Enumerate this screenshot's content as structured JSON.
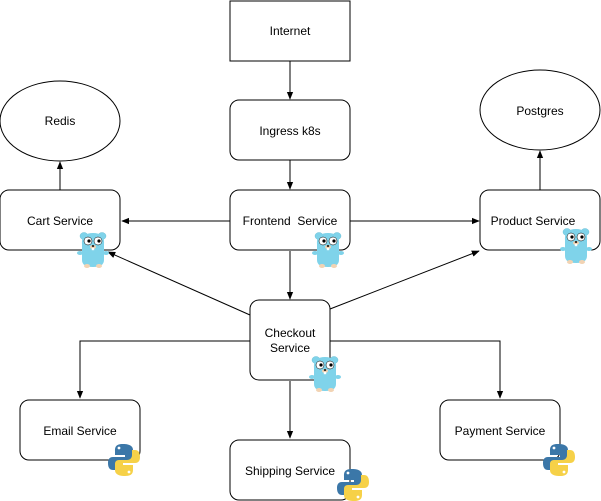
{
  "nodes": {
    "internet": "Internet",
    "ingress": "Ingress k8s",
    "frontend": "Frontend  Service",
    "redis": "Redis",
    "postgres": "Postgres",
    "cart": "Cart Service",
    "product": "Product Service",
    "checkout_line1": "Checkout",
    "checkout_line2": "Service",
    "email": "Email Service",
    "shipping": "Shipping Service",
    "payment": "Payment Service"
  },
  "icons": {
    "go_service_icon": "gopher-icon",
    "python_service_icon": "python-icon"
  },
  "colors": {
    "gopher_body": "#7fd3ea",
    "python_blue": "#3b77a8",
    "python_yellow": "#f6d148"
  }
}
